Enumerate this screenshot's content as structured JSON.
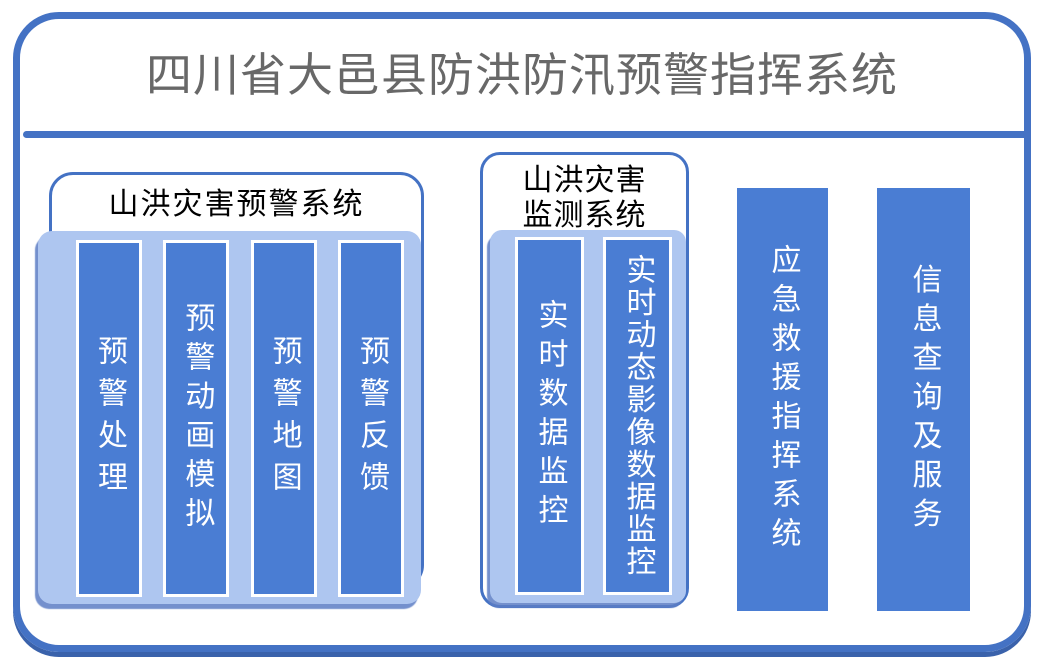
{
  "title": "四川省大邑县防洪防汛预警指挥系统",
  "warning_group": {
    "header": "山洪灾害预警系统",
    "bars": [
      "预警处理",
      "预警动画模拟",
      "预警地图",
      "预警反馈"
    ]
  },
  "monitoring_group": {
    "header_line1": "山洪灾害",
    "header_line2": "监测系统",
    "bars": [
      "实时数据监控",
      "实时动态影像数据监控"
    ]
  },
  "standalone_bars": [
    "应急救援指挥系统",
    "信息查询及服务"
  ],
  "colors": {
    "bar_blue": "#4a7dd3",
    "tray_light_blue": "#aec6f0",
    "frame_border_blue": "#4472c4",
    "frame_shadow_blue": "#3a62ab",
    "title_gray": "#686868",
    "bar_text": "#ffffff",
    "header_text": "#000000"
  }
}
